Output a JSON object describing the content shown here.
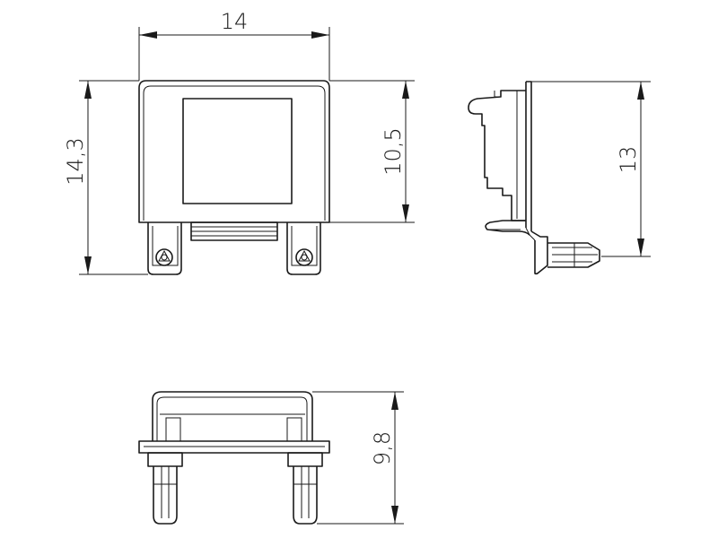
{
  "dimensions": {
    "front_width": "14",
    "front_total_height": "14,3",
    "front_body_height": "10,5",
    "side_height": "13",
    "top_height": "9,8"
  },
  "colors": {
    "stroke": "#1a1a1a",
    "background": "#ffffff"
  }
}
